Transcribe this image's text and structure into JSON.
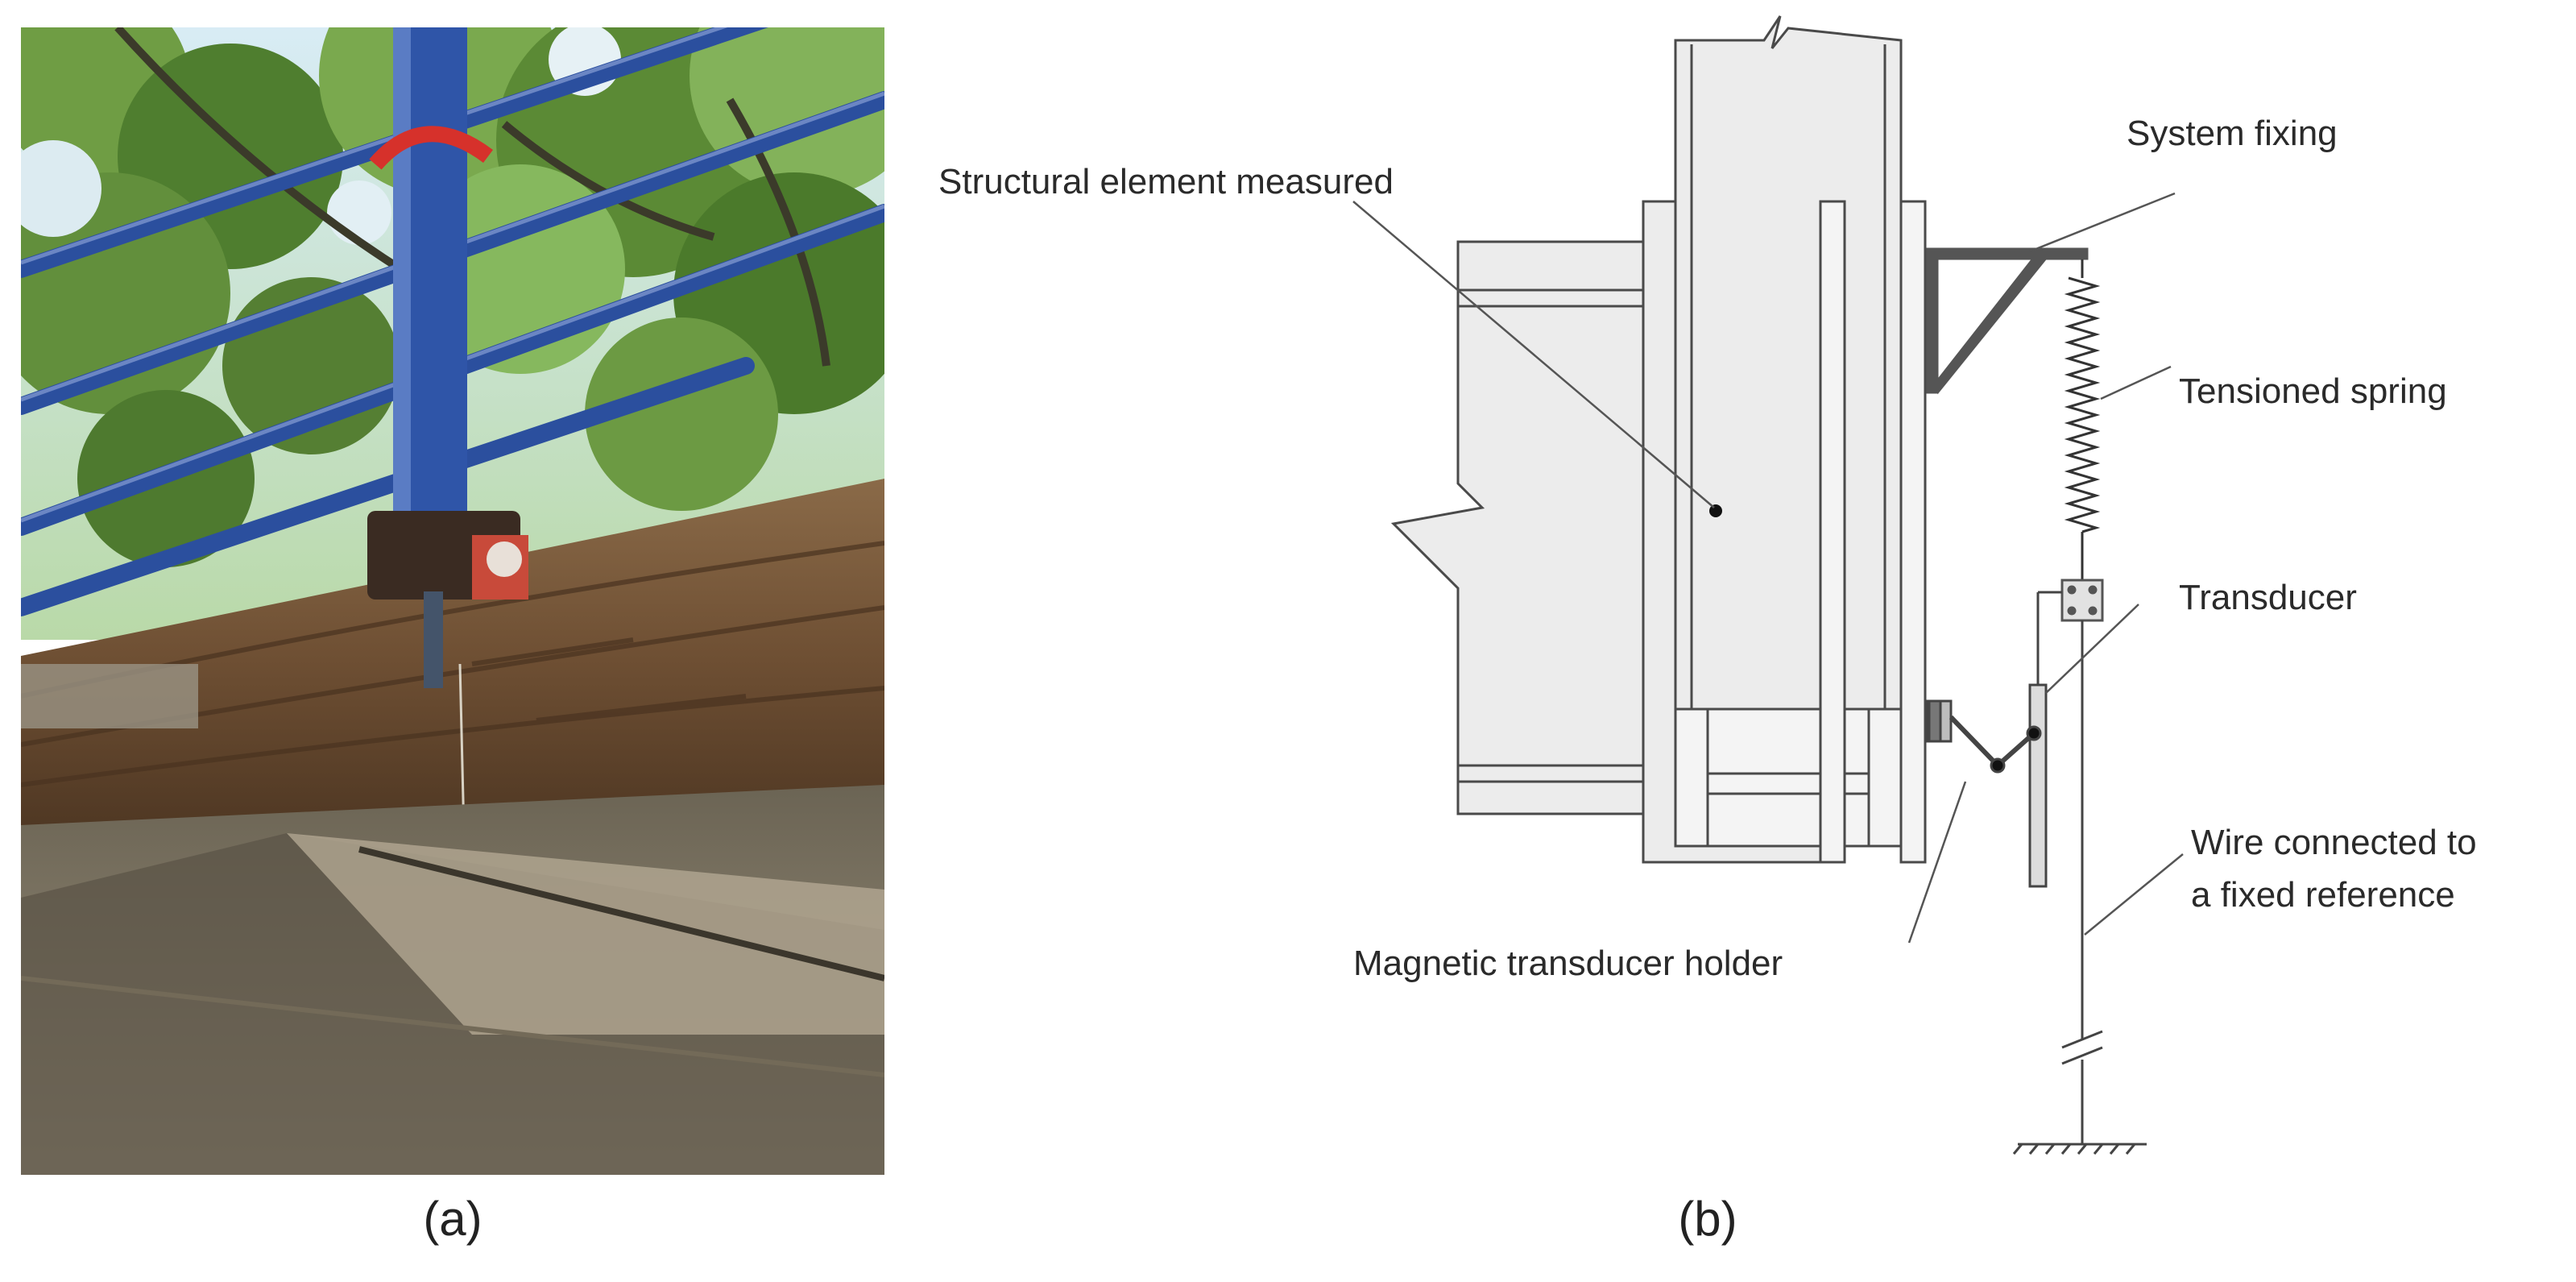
{
  "panels": {
    "a": {
      "caption": "(a)"
    },
    "b": {
      "caption": "(b)"
    }
  },
  "labels": {
    "structural_element": "Structural element measured",
    "system_fixing": "System fixing",
    "tensioned_spring": "Tensioned spring",
    "transducer": "Transducer",
    "wire_line1": "Wire connected to",
    "wire_line2": "a fixed reference",
    "magnetic_holder": "Magnetic transducer holder"
  },
  "colors": {
    "steel_fill": "#ececec",
    "line": "#4a4a4a",
    "bracket": "#555555",
    "sky": "#cfe6f2",
    "foliage": "#5d8c3a",
    "timber": "#7a5a3a",
    "rail_blue": "#2b4f9e"
  }
}
